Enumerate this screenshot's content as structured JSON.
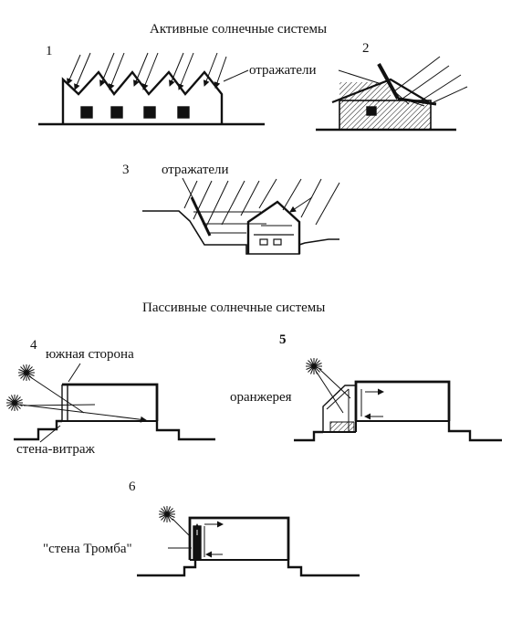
{
  "headings": {
    "active": "Активные солнечные системы",
    "passive": "Пассивные солнечные системы"
  },
  "figures": {
    "f1": {
      "number": "1"
    },
    "f2": {
      "number": "2"
    },
    "f3": {
      "number": "3"
    },
    "f4": {
      "number": "4"
    },
    "f5": {
      "number": "5"
    },
    "f6": {
      "number": "6"
    }
  },
  "labels": {
    "reflectors_top": "отражатели",
    "reflectors_mid": "отражатели",
    "south_side": "южная сторона",
    "glass_wall": "стена-витраж",
    "greenhouse": "оранжерея",
    "trombe_wall": "\"стена Тромба\""
  },
  "icons": [
    "sun-icon"
  ]
}
